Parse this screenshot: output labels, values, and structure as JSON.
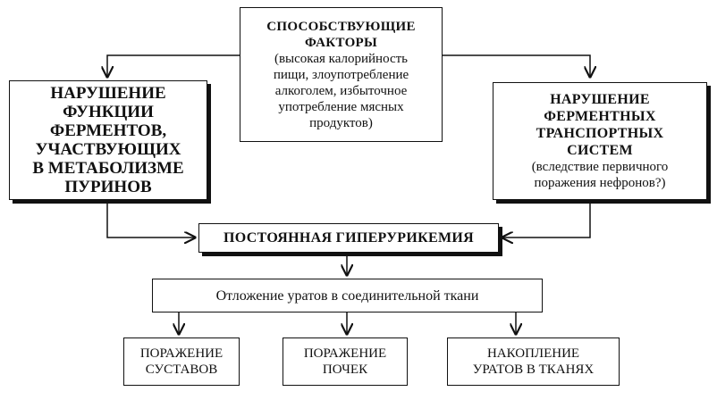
{
  "boxes": {
    "factors": {
      "title": [
        "СПОСОБСТВУЮЩИЕ",
        "ФАКТОРЫ"
      ],
      "details": [
        "(высокая калорийность",
        "пищи, злоупотребление",
        "алкоголем, избыточное",
        "употребление мясных",
        "продуктов)"
      ]
    },
    "enzymes": {
      "title": [
        "НАРУШЕНИЕ",
        "ФУНКЦИИ",
        "ФЕРМЕНТОВ,",
        "УЧАСТВУЮЩИХ",
        "В МЕТАБОЛИЗМЕ",
        "ПУРИНОВ"
      ]
    },
    "transport": {
      "title": [
        "НАРУШЕНИЕ",
        "ФЕРМЕНТНЫХ",
        "ТРАНСПОРТНЫХ",
        "СИСТЕМ"
      ],
      "details": [
        "(вследствие первичного",
        "поражения нефронов?)"
      ]
    },
    "hyperuricemia": {
      "label": "ПОСТОЯННАЯ ГИПЕРУРИКЕМИЯ"
    },
    "deposition": {
      "label": "Отложение уратов в соединительной ткани"
    },
    "joints": {
      "lines": [
        "ПОРАЖЕНИЕ",
        "СУСТАВОВ"
      ]
    },
    "kidneys": {
      "lines": [
        "ПОРАЖЕНИЕ",
        "ПОЧЕК"
      ]
    },
    "accumulation": {
      "lines": [
        "НАКОПЛЕНИЕ",
        "УРАТОВ В ТКАНЯХ"
      ]
    }
  }
}
